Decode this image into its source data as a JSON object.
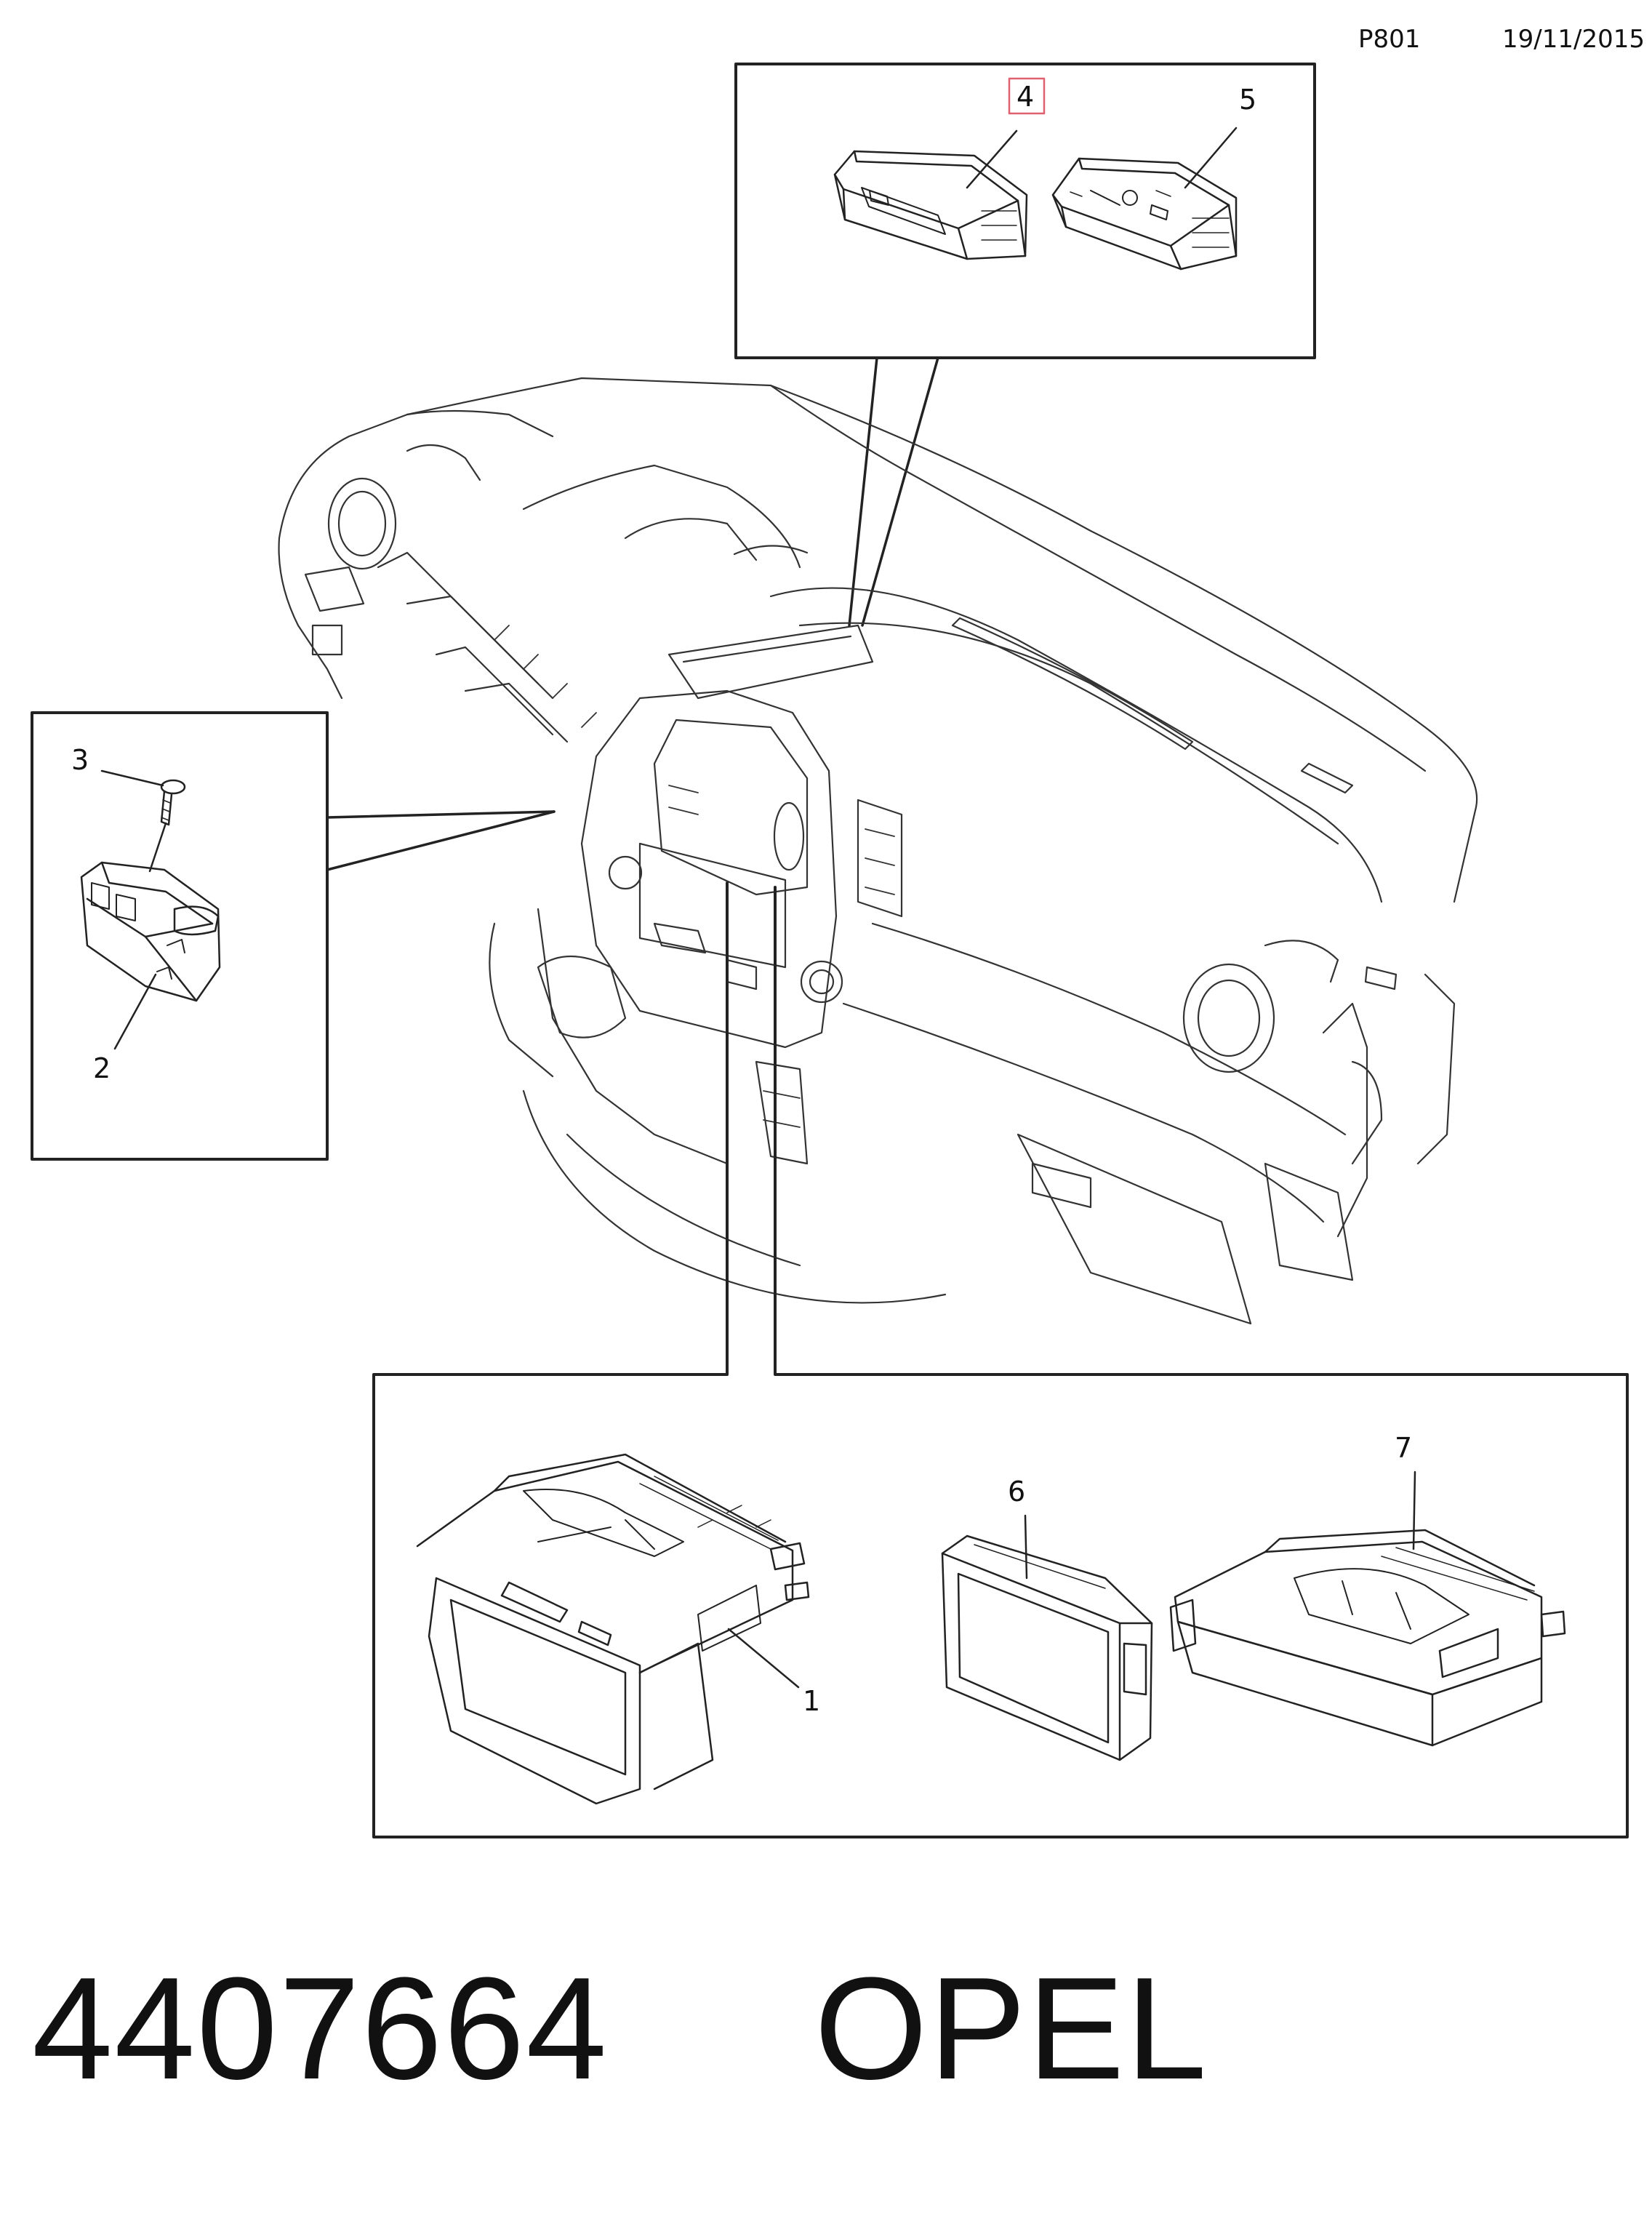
{
  "header": {
    "code": "P801",
    "date": "19/11/2015"
  },
  "callouts": {
    "c1": "1",
    "c2": "2",
    "c3": "3",
    "c4": "4",
    "c5": "5",
    "c6": "6",
    "c7": "7"
  },
  "highlight_color": "#e06070",
  "footer": {
    "part_number": "4407664",
    "brand": "OPEL"
  }
}
